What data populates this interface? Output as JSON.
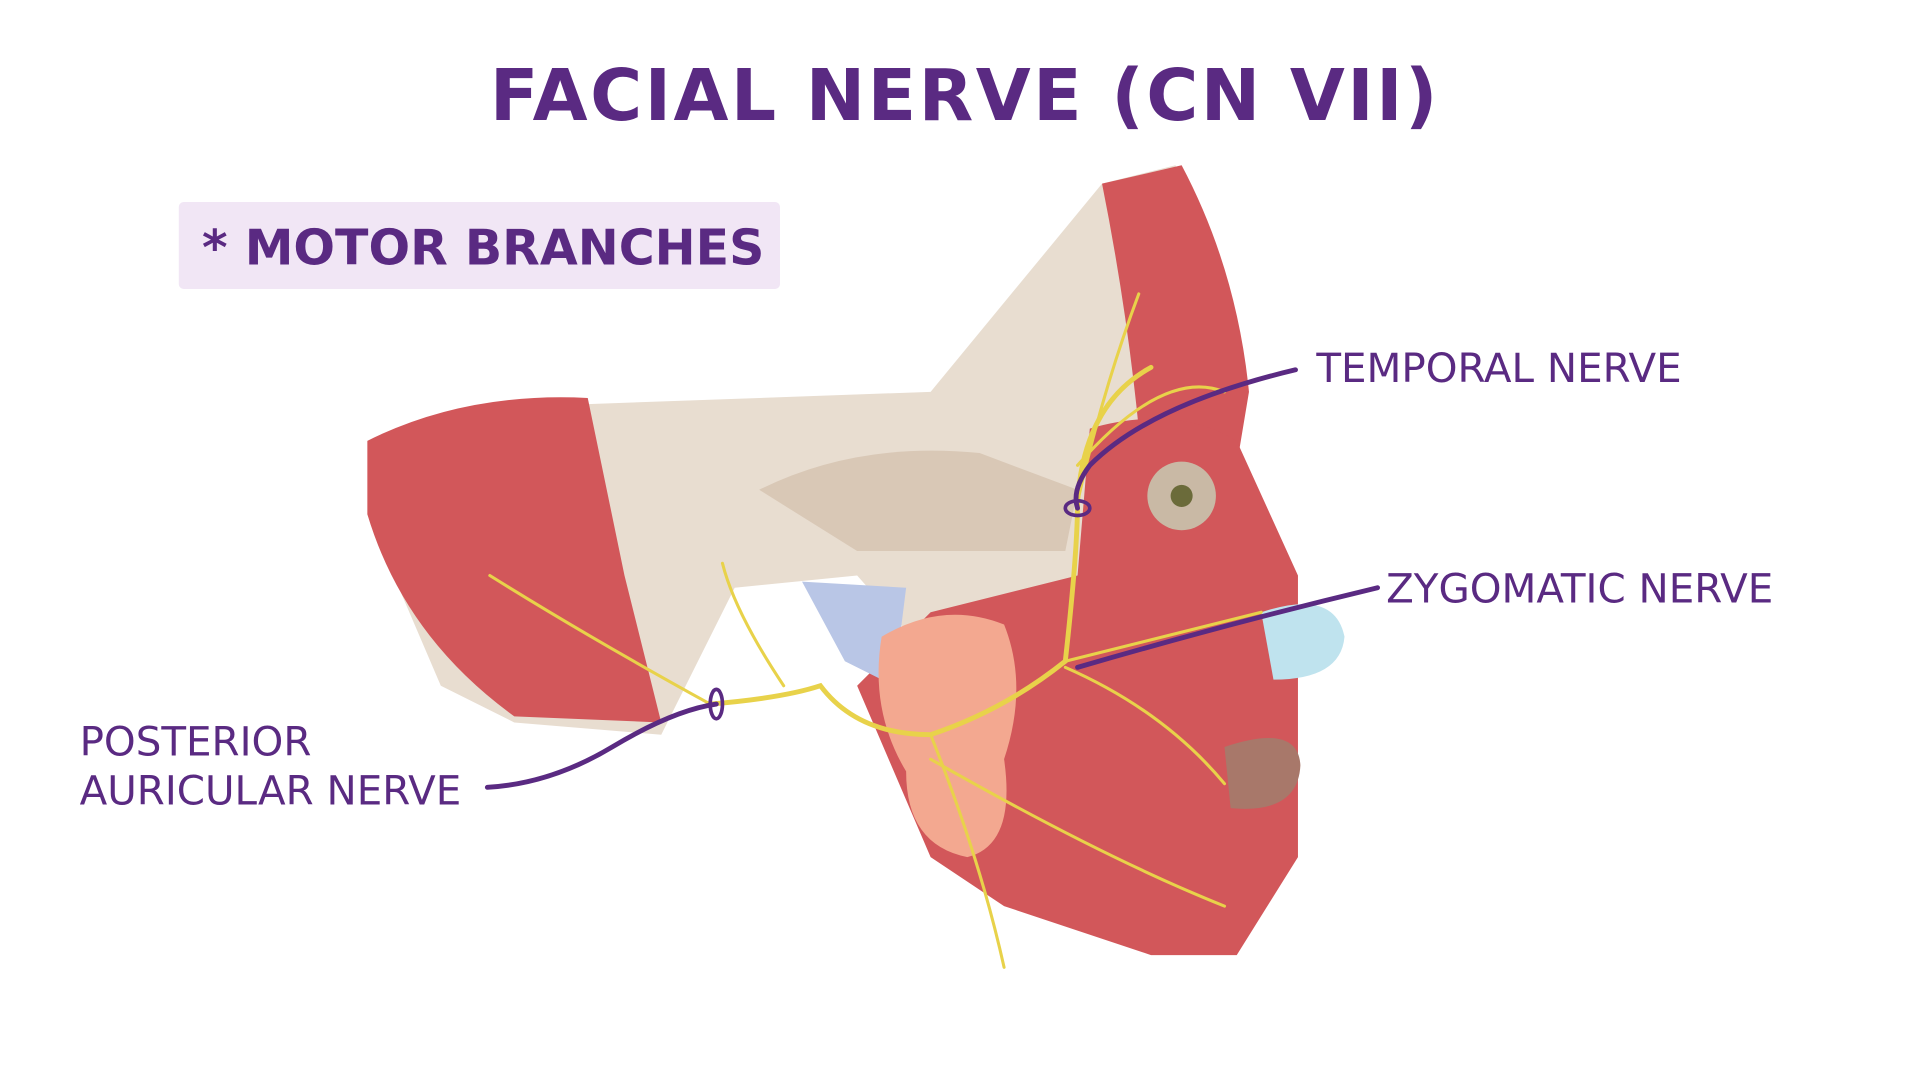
{
  "title": "FACIAL NERVE (CN VII)",
  "badge": {
    "label": "* MOTOR BRANCHES",
    "bg_color": "#f1e6f5"
  },
  "labels": {
    "temporal": "TEMPORAL NERVE",
    "zygomatic": "ZYGOMATIC NERVE",
    "posterior_line1": "POSTERIOR",
    "posterior_line2": "AURICULAR NERVE"
  },
  "colors": {
    "text": "#5a2a82",
    "muscle": "#d2575a",
    "bone": "#e8ddd0",
    "nerve": "#e8d24a",
    "gland": "#f3a890"
  }
}
